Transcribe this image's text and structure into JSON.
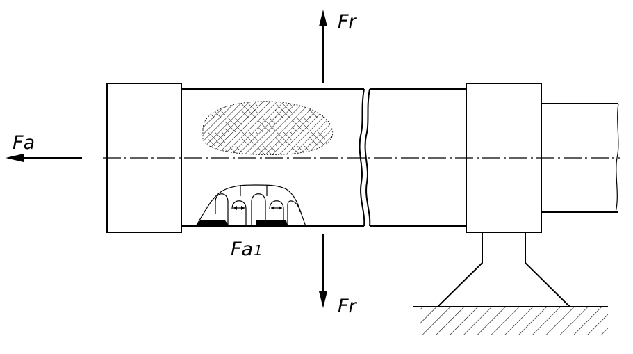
{
  "labels": {
    "fr_top": "Fr",
    "fr_bottom": "Fr",
    "fa": "Fa",
    "fa1_main": "Fa",
    "fa1_sub": "1"
  }
}
